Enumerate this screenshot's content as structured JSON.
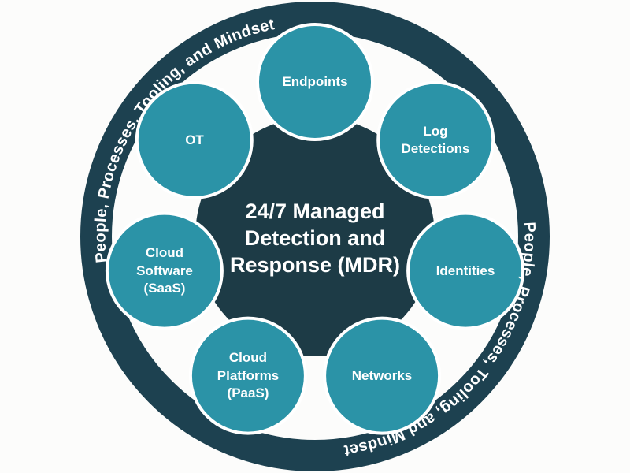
{
  "diagram": {
    "title": "24/7 Managed Detection and Response (MDR)",
    "center_label": "24/7 Managed\nDetection and\nResponse (MDR)",
    "ring": {
      "arc_text_top": "People, Processes, Tooling, and Mindset",
      "arc_text_bottom": "People, Processes, Tooling, and Mindset"
    },
    "nodes": [
      {
        "id": "endpoints",
        "label": "Endpoints"
      },
      {
        "id": "log-detections",
        "label": "Log\nDetections"
      },
      {
        "id": "identities",
        "label": "Identities"
      },
      {
        "id": "networks",
        "label": "Networks"
      },
      {
        "id": "cloud-platforms-paas",
        "label": "Cloud\nPlatforms\n(PaaS)"
      },
      {
        "id": "cloud-software-saas",
        "label": "Cloud\nSoftware\n(SaaS)"
      },
      {
        "id": "ot",
        "label": "OT"
      }
    ],
    "colors": {
      "outer_ring": "#1d4150",
      "center_blob": "#1d3b46",
      "node_circle": "#2b93a7",
      "node_border": "#ffffff",
      "text": "#ffffff",
      "background": "#fcfcfb"
    }
  }
}
